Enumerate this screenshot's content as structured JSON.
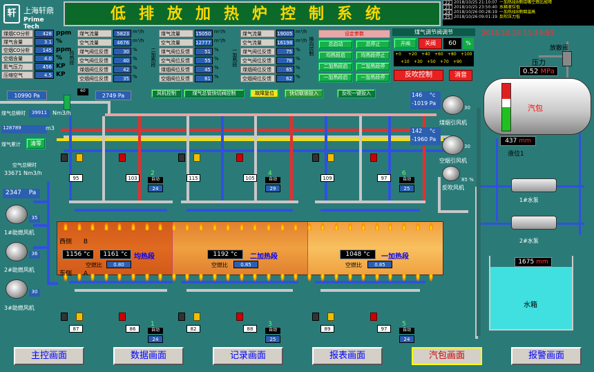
{
  "header": {
    "company_cn": "上海轩鼎",
    "company_en": "Prime Tech",
    "logo_mark": "轩",
    "title": "低排放加热炉控制系统"
  },
  "alarms": [
    {
      "n": "22",
      "date": "2018/10/25",
      "time": "21:10:07",
      "msg": "一加热段B侧烧嘴空燃比故障"
    },
    {
      "n": "23",
      "date": "2018/10/25",
      "time": "23:50:40",
      "msg": "水箱液位低"
    },
    {
      "n": "24",
      "date": "2018/10/26",
      "time": "00:28:19",
      "msg": "一加热段B侧烟温高"
    },
    {
      "n": "25",
      "date": "2018/10/26",
      "time": "09:01:19",
      "msg": "反吹压力低"
    }
  ],
  "datetime": "2018.10.26 11:59:55",
  "gas_params": {
    "rows": [
      {
        "label": "煤烟CO分析",
        "value": "428",
        "unit": "ppm"
      },
      {
        "label": "煤气含量",
        "value": "3.1",
        "unit": "%"
      },
      {
        "label": "空烟CO分析",
        "value": "145",
        "unit": "ppm"
      },
      {
        "label": "空烟含量",
        "value": "4.0",
        "unit": "%"
      },
      {
        "label": "氮气压力",
        "value": "456",
        "unit": "KP"
      },
      {
        "label": "压缩空气",
        "value": "4.5",
        "unit": "KP"
      }
    ]
  },
  "zones_table": [
    {
      "side": "均热段",
      "rows": [
        {
          "label": "煤气流量",
          "value": "5823",
          "unit": "m³/h"
        },
        {
          "label": "空气流量",
          "value": "4676",
          "unit": "m³/h"
        },
        {
          "label": "煤气阀位反馈",
          "value": "30",
          "unit": "%"
        },
        {
          "label": "空气阀位反馈",
          "value": "40",
          "unit": "%"
        },
        {
          "label": "煤烟阀位反馈",
          "value": "42",
          "unit": "%"
        },
        {
          "label": "空烟阀位反馈",
          "value": "35",
          "unit": "%"
        }
      ]
    },
    {
      "side": "二加热段",
      "rows": [
        {
          "label": "煤气流量",
          "value": "15050",
          "unit": "m³/h"
        },
        {
          "label": "空气流量",
          "value": "12777",
          "unit": "m³/h"
        },
        {
          "label": "煤气阀位反馈",
          "value": "51",
          "unit": "%"
        },
        {
          "label": "空气阀位反馈",
          "value": "55",
          "unit": "%"
        },
        {
          "label": "煤烟阀位反馈",
          "value": "45",
          "unit": "%"
        },
        {
          "label": "空烟阀位反馈",
          "value": "61",
          "unit": "%"
        }
      ]
    },
    {
      "side": "一加热段",
      "rows": [
        {
          "label": "煤气流量",
          "value": "19005",
          "unit": "m³/h"
        },
        {
          "label": "空气流量",
          "value": "16198",
          "unit": "m³/h"
        },
        {
          "label": "煤气阀位反馈",
          "value": "75",
          "unit": "%"
        },
        {
          "label": "空气阀位反馈",
          "value": "78",
          "unit": "%"
        },
        {
          "label": "煤烟阀位反馈",
          "value": "65",
          "unit": "%"
        },
        {
          "label": "空烟阀位反馈",
          "value": "62",
          "unit": "%"
        }
      ]
    }
  ],
  "reversing": {
    "side_label": "换向控制",
    "header": "设定参数",
    "buttons": [
      "总启动",
      "总停止",
      "均热段启",
      "均热段停止",
      "二加热段启",
      "二加热段停",
      "一加热段启",
      "一加热段停"
    ]
  },
  "gas_regulator": {
    "title": "煤气调节阀调节",
    "open": "开阀",
    "close": "关阀",
    "value": "60",
    "unit": "%",
    "scale_top": [
      "+0",
      "+20",
      "+40",
      "+60",
      "+80",
      "+100"
    ],
    "scale_bot": [
      "+10",
      "+30",
      "+50",
      "+70",
      "+90"
    ],
    "reverse_ctrl": "反吹控制",
    "silence": "消音"
  },
  "controls": {
    "fan_ctrl": "风机控制",
    "gas_cut": "煤气总管快切阀控制",
    "fault_reset": "故障复位",
    "fast_cut": "快切联锁投入",
    "reverse_input": "反吹一键投入"
  },
  "pipe_vals": {
    "left_pressure": "10990",
    "left_unit": "Pa",
    "mid_pressure": "2749",
    "mid_unit": "Pa",
    "valve_pct": "60",
    "gas_instant_label": "煤气总瞬时",
    "gas_instant": "39911",
    "gas_instant_unit": "Nm3/h",
    "gas_total": "128789",
    "gas_total_unit": "m3",
    "gas_total_label": "煤气累计",
    "clear": "清零",
    "air_instant_label": "空气总瞬时",
    "air_instant": "33671",
    "air_instant_unit": "Nm3/h",
    "air_pressure": "2347",
    "air_pressure_unit": "Pa"
  },
  "fans": {
    "flue1": {
      "temp": "146",
      "temp_unit": "°c",
      "pressure": "-1019",
      "p_unit": "Pa",
      "pct": "30",
      "label": "煤烟引风机"
    },
    "flue2": {
      "temp": "142",
      "temp_unit": "°c",
      "pressure": "-1960",
      "p_unit": "Pa",
      "pct": "30",
      "label": "空烟引风机"
    },
    "reverse": {
      "pct": "85",
      "pct_unit": "%",
      "label": "反吹风机"
    },
    "comb1": {
      "pct": "35",
      "label": "1#助燃风机"
    },
    "comb2": {
      "pct": "36",
      "label": "2#助燃风机"
    },
    "comb3": {
      "pct": "30",
      "label": "3#助燃风机"
    }
  },
  "burner_top": [
    {
      "v1": "95",
      "v2": "103",
      "n": "2",
      "auto": "自动",
      "pct": "24"
    },
    {
      "v1": "115",
      "v2": "105",
      "n": "4",
      "auto": "自动",
      "pct": "29"
    },
    {
      "v1": "109",
      "v2": "97",
      "n": "6",
      "auto": "自动",
      "pct": "25"
    }
  ],
  "burner_bot": [
    {
      "v1": "87",
      "v2": "86",
      "n": "1",
      "auto": "自动",
      "pct": "24"
    },
    {
      "v1": "82",
      "v2": "88",
      "n": "3",
      "auto": "自动",
      "pct": "25"
    },
    {
      "v1": "89",
      "v2": "97",
      "n": "5",
      "auto": "自动",
      "pct": "24"
    }
  ],
  "furnace": {
    "west": "西侧",
    "B": "B",
    "east": "东侧",
    "A": "A",
    "afr_label": "空燃比",
    "zones": [
      {
        "t1": "1156",
        "t2": "1161",
        "unit": "°c",
        "name": "均热段",
        "afr": "0.80"
      },
      {
        "t1": "1192",
        "unit": "°c",
        "name": "二加热段",
        "afr": "0.85"
      },
      {
        "t1": "1048",
        "unit": "°c",
        "name": "一加热段",
        "afr": "0.85"
      }
    ]
  },
  "drum": {
    "pressure_label": "压力",
    "pressure": "0.52",
    "p_unit": "MPa",
    "valve_label": "放散阀",
    "name": "汽包",
    "level": "437",
    "level_unit": "mm",
    "level_label": "液位1",
    "level_red_frac": 0.32,
    "level_green_frac": 0.5
  },
  "pumps": {
    "p1": "1#水泵",
    "p2": "2#水泵"
  },
  "tank": {
    "level": "1675",
    "unit": "mm",
    "name": "水箱",
    "fill_frac": 0.85
  },
  "nav": [
    "主控画面",
    "数据画面",
    "记录画面",
    "报表画面",
    "汽包画面",
    "报警画面"
  ],
  "colors": {
    "title_bg": "#0b6a2a",
    "title_fg": "#ffd700",
    "value_bg": "#2b5fb0",
    "pipe_red": "#e23030",
    "pipe_pink": "#f0a0a0",
    "pipe_yellow": "#f0e010",
    "pipe_blue": "#3050e0",
    "pipe_gray": "#c8c8c8"
  }
}
